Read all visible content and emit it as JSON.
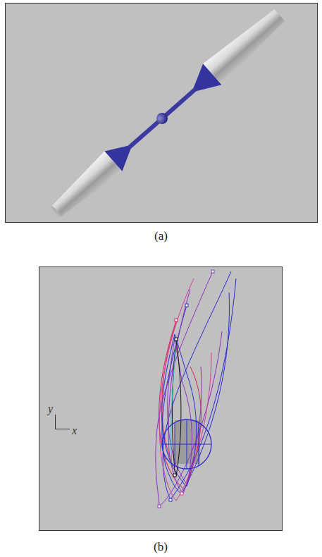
{
  "diagram": {
    "labels": [
      "(a)",
      "(b)",
      "y",
      "x"
    ]
  }
}
